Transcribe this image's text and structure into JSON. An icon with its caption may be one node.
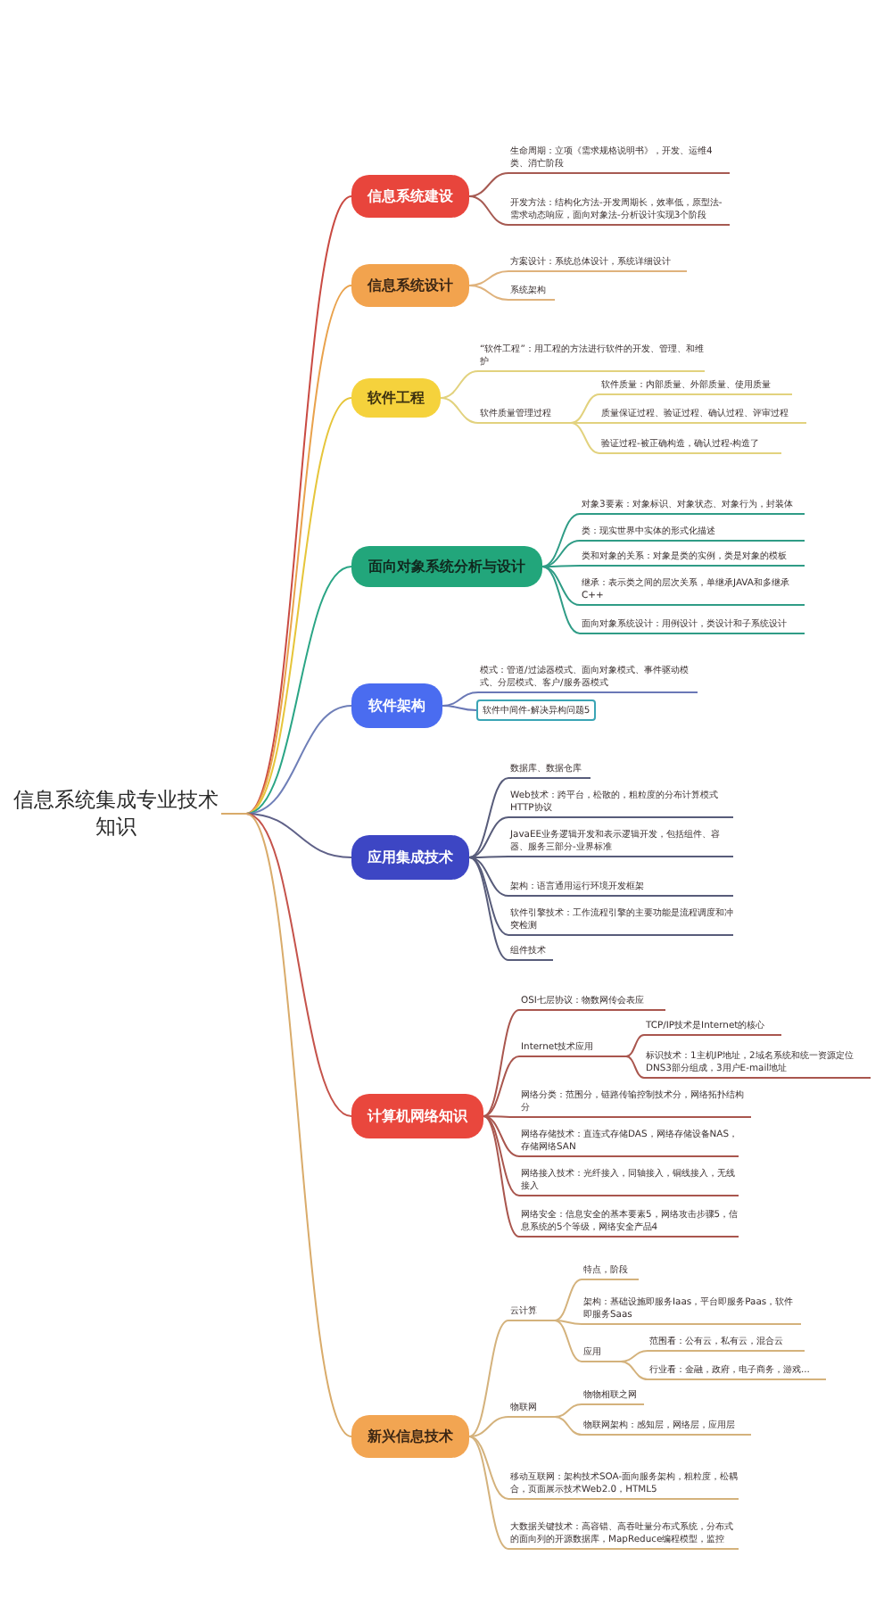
{
  "diagram": {
    "nodes": [
      {
        "text": [
          "信息系统集成专业技术知识"
        ]
      },
      {
        "text": [
          "信息系统建设"
        ]
      },
      {
        "text": [
          "生命周期：立项《需求规格说明书》，开发、运维4类、消亡阶段"
        ]
      },
      {
        "text": [
          "开发方法：结构化方法-开发周期长，效率低，原型法-需求动态响应，面向对象法-分析设计实现3个阶段"
        ]
      },
      {
        "text": [
          "信息系统设计"
        ]
      },
      {
        "text": [
          "方案设计：系统总体设计，系统详细设计"
        ]
      },
      {
        "text": [
          "系统架构"
        ]
      },
      {
        "text": [
          "软件工程"
        ]
      },
      {
        "text": [
          "“软件工程”：用工程的方法进行软件的开发、管理、和维护"
        ]
      },
      {
        "text": [
          "软件质量管理过程"
        ]
      },
      {
        "text": [
          "软件质量：内部质量、外部质量、使用质量"
        ]
      },
      {
        "text": [
          "质量保证过程、验证过程、确认过程、评审过程"
        ]
      },
      {
        "text": [
          "验证过程-被正确构造，确认过程-构造了"
        ]
      },
      {
        "text": [
          "面向对象系统分析与设计"
        ]
      },
      {
        "text": [
          "对象3要素：对象标识、对象状态、对象行为，封装体"
        ]
      },
      {
        "text": [
          "类：现实世界中实体的形式化描述"
        ]
      },
      {
        "text": [
          "类和对象的关系：对象是类的实例，类是对象的模板"
        ]
      },
      {
        "text": [
          "继承：表示类之间的层次关系，单继承JAVA和多继承C++"
        ]
      },
      {
        "text": [
          "面向对象系统设计：用例设计，类设计和子系统设计"
        ]
      },
      {
        "text": [
          "软件架构"
        ]
      },
      {
        "text": [
          "模式：管道/过滤器模式、面向对象模式、事件驱动模式、分层模式、客户/服务器模式"
        ]
      },
      {
        "text": [
          "软件中间件-解决异构问题5"
        ]
      },
      {
        "text": [
          "应用集成技术"
        ]
      },
      {
        "text": [
          "数据库、数据仓库"
        ]
      },
      {
        "text": [
          "Web技术：跨平台，松散的，粗粒度的分布计算模式HTTP协议"
        ]
      },
      {
        "text": [
          "JavaEE业务逻辑开发和表示逻辑开发，包括组件、容器、服务三部分-业界标准"
        ]
      },
      {
        "text": [
          "架构：语言通用运行环境开发框架"
        ]
      },
      {
        "text": [
          "软件引擎技术：工作流程引擎的主要功能是流程调度和冲突检测"
        ]
      },
      {
        "text": [
          "组件技术"
        ]
      },
      {
        "text": [
          "计算机网络知识"
        ]
      },
      {
        "text": [
          "OSI七层协议：物数网传会表应"
        ]
      },
      {
        "text": [
          "Internet技术应用"
        ]
      },
      {
        "text": [
          "TCP/IP技术是Internet的核心"
        ]
      },
      {
        "text": [
          "标识技术：1主机IP地址，2域名系统和统一资源定位DNS3部分组成，3用户E-mail地址"
        ]
      },
      {
        "text": [
          "网络分类：范围分，链路传输控制技术分，网络拓扑结构分"
        ]
      },
      {
        "text": [
          "网络存储技术：直连式存储DAS，网络存储设备NAS，存储网络SAN"
        ]
      },
      {
        "text": [
          "网络接入技术：光纤接入，同轴接入，铜线接入，无线接入"
        ]
      },
      {
        "text": [
          "网络安全：信息安全的基本要素5，网络攻击步骤5，信息系统的5个等级，网络安全产品4"
        ]
      },
      {
        "text": [
          "新兴信息技术"
        ]
      },
      {
        "text": [
          "云计算"
        ]
      },
      {
        "text": [
          "特点，阶段"
        ]
      },
      {
        "text": [
          "架构：基础设施即服务Iaas，平台即服务Paas，软件即服务Saas"
        ]
      },
      {
        "text": [
          "应用"
        ]
      },
      {
        "text": [
          "范围看：公有云，私有云，混合云"
        ]
      },
      {
        "text": [
          "行业看：金融，政府，电子商务，游戏..."
        ]
      },
      {
        "text": [
          "物联网"
        ]
      },
      {
        "text": [
          "物物相联之网"
        ]
      },
      {
        "text": [
          "物联网架构：感知层，网络层，应用层"
        ]
      },
      {
        "text": [
          "移动互联网：架构技术SOA-面向服务架构，粗粒度，松耦合，页面展示技术Web2.0，HTML5"
        ]
      },
      {
        "text": [
          "大数据关键技术：高容错、高吞吐量分布式系统，分布式的面向列的开源数据库，MapReduce编程模型，监控"
        ]
      }
    ],
    "edges": [
      {
        "from": 0,
        "to": 1,
        "arrow": "none",
        "color": "#c94a42"
      },
      {
        "from": 0,
        "to": 4,
        "arrow": "none",
        "color": "#e9a24c"
      },
      {
        "from": 0,
        "to": 7,
        "arrow": "none",
        "color": "#e6c53a"
      },
      {
        "from": 0,
        "to": 13,
        "arrow": "none",
        "color": "#2aa585"
      },
      {
        "from": 0,
        "to": 19,
        "arrow": "none",
        "color": "#6f7fb8"
      },
      {
        "from": 0,
        "to": 22,
        "arrow": "none",
        "color": "#5f6188"
      },
      {
        "from": 0,
        "to": 29,
        "arrow": "none",
        "color": "#c5534b"
      },
      {
        "from": 0,
        "to": 38,
        "arrow": "none",
        "color": "#d9ab6a"
      },
      {
        "from": 1,
        "to": 2,
        "arrow": "none",
        "color": "#a65a52"
      },
      {
        "from": 1,
        "to": 3,
        "arrow": "none",
        "color": "#a65a52"
      },
      {
        "from": 4,
        "to": 5,
        "arrow": "none",
        "color": "#dfb27c"
      },
      {
        "from": 4,
        "to": 6,
        "arrow": "none",
        "color": "#dfb27c"
      },
      {
        "from": 7,
        "to": 8,
        "arrow": "none",
        "color": "#e2d27e"
      },
      {
        "from": 7,
        "to": 9,
        "arrow": "none",
        "color": "#e2d27e"
      },
      {
        "from": 9,
        "to": 10,
        "arrow": "none",
        "color": "#e2d27e"
      },
      {
        "from": 9,
        "to": 11,
        "arrow": "none",
        "color": "#e2d27e"
      },
      {
        "from": 9,
        "to": 12,
        "arrow": "none",
        "color": "#e2d27e"
      },
      {
        "from": 13,
        "to": 14,
        "arrow": "none",
        "color": "#2f9c86"
      },
      {
        "from": 13,
        "to": 15,
        "arrow": "none",
        "color": "#2f9c86"
      },
      {
        "from": 13,
        "to": 16,
        "arrow": "none",
        "color": "#2f9c86"
      },
      {
        "from": 13,
        "to": 17,
        "arrow": "none",
        "color": "#2f9c86"
      },
      {
        "from": 13,
        "to": 18,
        "arrow": "none",
        "color": "#2f9c86"
      },
      {
        "from": 19,
        "to": 20,
        "arrow": "none",
        "color": "#6a78b6"
      },
      {
        "from": 19,
        "to": 21,
        "arrow": "none",
        "color": "#6a78b6"
      },
      {
        "from": 22,
        "to": 23,
        "arrow": "none",
        "color": "#585c7a"
      },
      {
        "from": 22,
        "to": 24,
        "arrow": "none",
        "color": "#585c7a"
      },
      {
        "from": 22,
        "to": 25,
        "arrow": "none",
        "color": "#585c7a"
      },
      {
        "from": 22,
        "to": 26,
        "arrow": "none",
        "color": "#585c7a"
      },
      {
        "from": 22,
        "to": 27,
        "arrow": "none",
        "color": "#585c7a"
      },
      {
        "from": 22,
        "to": 28,
        "arrow": "none",
        "color": "#585c7a"
      },
      {
        "from": 29,
        "to": 30,
        "arrow": "none",
        "color": "#a9564e"
      },
      {
        "from": 29,
        "to": 31,
        "arrow": "none",
        "color": "#a9564e"
      },
      {
        "from": 31,
        "to": 32,
        "arrow": "none",
        "color": "#a9564e"
      },
      {
        "from": 31,
        "to": 33,
        "arrow": "none",
        "color": "#a9564e"
      },
      {
        "from": 29,
        "to": 34,
        "arrow": "none",
        "color": "#a9564e"
      },
      {
        "from": 29,
        "to": 35,
        "arrow": "none",
        "color": "#a9564e"
      },
      {
        "from": 29,
        "to": 36,
        "arrow": "none",
        "color": "#a9564e"
      },
      {
        "from": 29,
        "to": 37,
        "arrow": "none",
        "color": "#a9564e"
      },
      {
        "from": 38,
        "to": 39,
        "arrow": "none",
        "color": "#d4b27c"
      },
      {
        "from": 39,
        "to": 40,
        "arrow": "none",
        "color": "#d4b27c"
      },
      {
        "from": 39,
        "to": 41,
        "arrow": "none",
        "color": "#d4b27c"
      },
      {
        "from": 39,
        "to": 42,
        "arrow": "none",
        "color": "#d4b27c"
      },
      {
        "from": 42,
        "to": 43,
        "arrow": "none",
        "color": "#d4b27c"
      },
      {
        "from": 42,
        "to": 44,
        "arrow": "none",
        "color": "#d4b27c"
      },
      {
        "from": 38,
        "to": 45,
        "arrow": "none",
        "color": "#d4b27c"
      },
      {
        "from": 45,
        "to": 46,
        "arrow": "none",
        "color": "#d4b27c"
      },
      {
        "from": 45,
        "to": 47,
        "arrow": "none",
        "color": "#d4b27c"
      },
      {
        "from": 38,
        "to": 48,
        "arrow": "none",
        "color": "#d4b27c"
      },
      {
        "from": 38,
        "to": 49,
        "arrow": "none",
        "color": "#d4b27c"
      }
    ]
  }
}
